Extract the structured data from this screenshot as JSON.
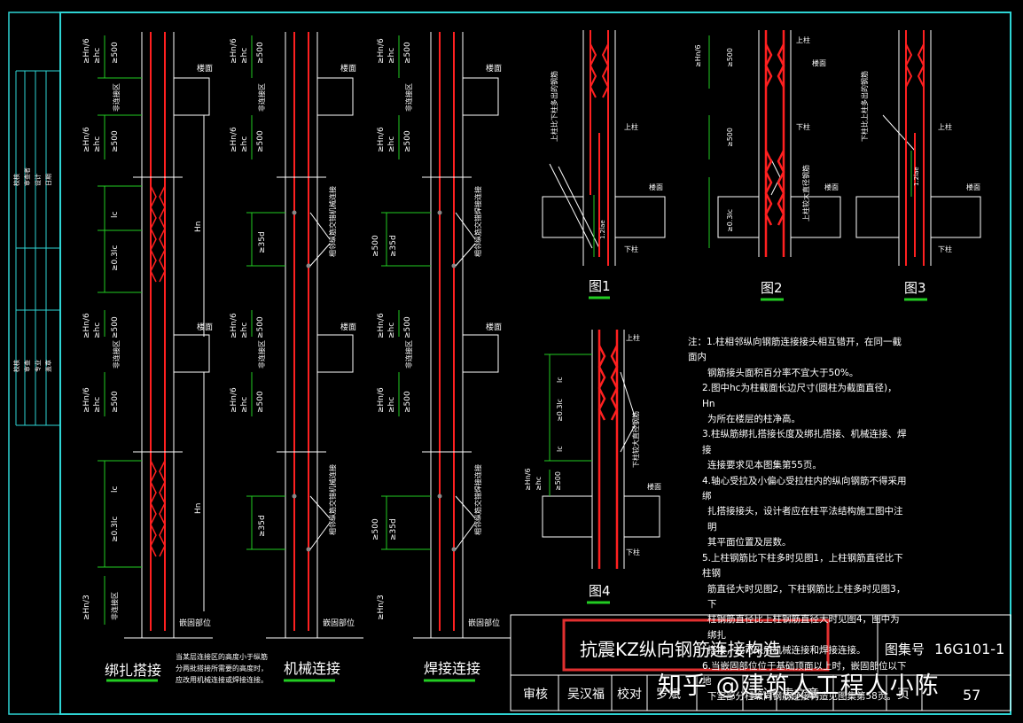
{
  "columns": [
    {
      "title": "绑扎搭接",
      "footnote": [
        "当某层连接区的高度小于纵筋",
        "分两批搭接所需要的高度时，",
        "应改用机械连接或焊接连接。"
      ]
    },
    {
      "title": "机械连接"
    },
    {
      "title": "焊接连接"
    }
  ],
  "dims": {
    "hn6": "≥Hn/6",
    "hc": "≥hc",
    "d500": "≥500",
    "nonconn": "非连接区",
    "nonconn2": "非连接区",
    "floor": "楼面",
    "lc": "lc",
    "l03": "≥0.3lc",
    "hn": "Hn",
    "d35": "≥35d",
    "hn3": "≥Hn/3",
    "embed": "嵌固部位",
    "mech_note": "相邻纵筋交错机械连接",
    "weld_note": "相邻纵筋交错焊接连接",
    "d500b": "≥500"
  },
  "figures": {
    "fig1": {
      "label": "图1",
      "note": "上柱比下柱多出的钢筋",
      "upper": "上柱",
      "lower": "下柱",
      "floor": "楼面",
      "dim": "1.2lae"
    },
    "fig2": {
      "label": "图2",
      "upper": "上柱",
      "lower": "下柱",
      "floor": "楼面",
      "note1": "上柱较大直径钢筋"
    },
    "fig3": {
      "label": "图3",
      "note": "下柱比上柱多出的钢筋",
      "upper": "上柱",
      "lower": "下柱",
      "floor": "楼面",
      "dim": "1.2lae"
    },
    "fig4": {
      "label": "图4",
      "upper": "上柱",
      "lower": "下柱",
      "floor": "楼面",
      "note": "下柱较大直径钢筋"
    }
  },
  "notes": [
    "注：1.柱相邻纵向钢筋连接接头相互错开，在同一截面内",
    "钢筋接头面积百分率不宜大于50%。",
    "2.图中hc为柱截面长边尺寸(圆柱为截面直径)，Hn",
    "为所在楼层的柱净高。",
    "3.柱纵筋绑扎搭接长度及绑扎搭接、机械连接、焊接",
    "连接要求见本图集第55页。",
    "4.轴心受拉及小偏心受拉柱内的纵向钢筋不得采用绑",
    "扎搭接接头，设计者应在柱平法结构施工图中注明",
    "其平面位置及层数。",
    "5.上柱钢筋比下柱多时见图1，上柱钢筋直径比下柱钢",
    "筋直径大时见图2，下柱钢筋比上柱多时见图3，下",
    "柱钢筋直径比上柱钢筋直径大时见图4，图中为绑扎",
    "搭接，也可采用机械连接和焊接连接。",
    "6.当嵌固部位位于基础顶面以上时，嵌固部位以下地",
    "下室部分柱纵向钢筋连接构造见图集第58页。"
  ],
  "title_block": {
    "title": "抗震KZ纵向钢筋连接构造",
    "atlas_label": "图集号",
    "atlas_no": "16G101-1",
    "review_label": "审核",
    "reviewer": "吴汉福",
    "check_label": "校对",
    "checker": "罗斌",
    "design_label": "设计",
    "designer": "袁文章",
    "page_label": "页",
    "page": "57"
  },
  "side_strip": {
    "top": [
      "校核",
      "审查者",
      "设计",
      "日期"
    ],
    "bottom": [
      "校核",
      "审查",
      "专业",
      "盖章"
    ]
  },
  "watermark": "知乎 @建筑人工程人小陈",
  "colors": {
    "frame": "#2ed4d4",
    "rebar": "#ff2020",
    "dim": "#22cc22",
    "line": "#ffffff",
    "title_box": "#e23030"
  }
}
